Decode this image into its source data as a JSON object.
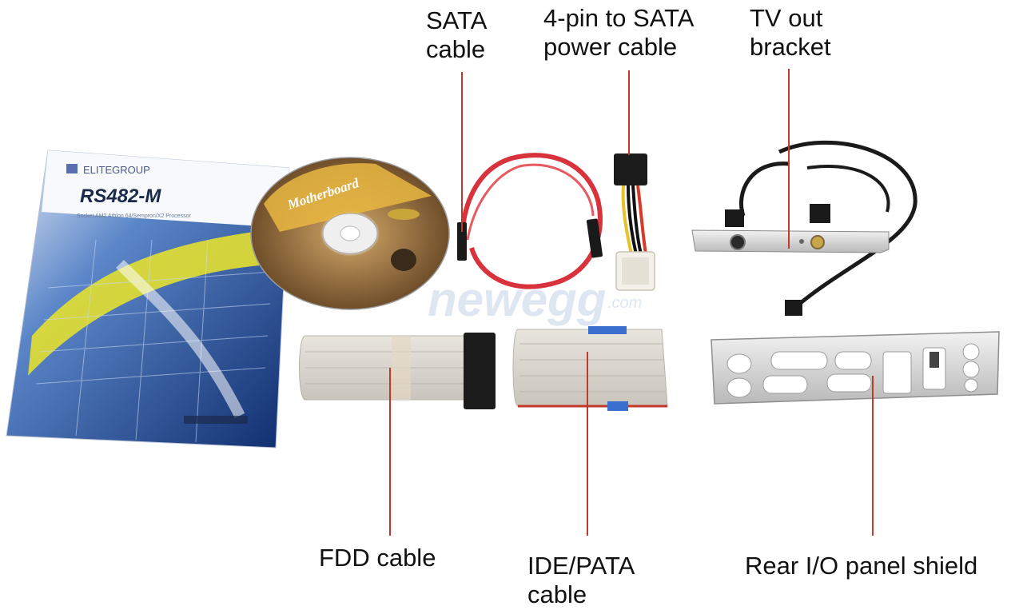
{
  "callouts": {
    "sata_cable": [
      "SATA",
      "cable"
    ],
    "power_cable": [
      "4-pin to SATA",
      "power cable"
    ],
    "tv_out_bracket": [
      "TV out",
      "bracket"
    ],
    "fdd_cable": "FDD cable",
    "ide_pata_cable": [
      "IDE/PATA",
      "cable"
    ],
    "rear_io_shield": "Rear I/O panel shield"
  },
  "manual": {
    "brand": "ELITEGROUP",
    "model": "RS482-M",
    "subtitle": "Socket AM2 Athlon 64/Sempron/X2 Processor"
  },
  "cd": {
    "label": "Motherboard"
  },
  "watermark": {
    "text": "newegg",
    "suffix": ".com"
  },
  "colors": {
    "leader_line": "#c0392b",
    "sata_red": "#d8323c",
    "cable_grey": "#d6d2cc"
  }
}
